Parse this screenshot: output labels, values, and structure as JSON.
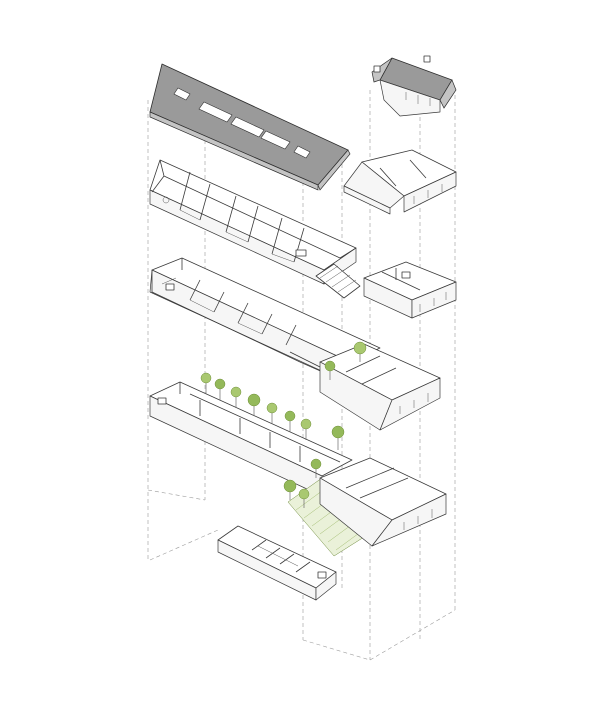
{
  "drawing": {
    "type": "exploded-axonometric",
    "levels": [
      {
        "id": "roof-main"
      },
      {
        "id": "roof-annex"
      },
      {
        "id": "attic-floor"
      },
      {
        "id": "attic-annex"
      },
      {
        "id": "first-floor"
      },
      {
        "id": "first-floor-annex"
      },
      {
        "id": "ground-floor-garden"
      },
      {
        "id": "ground-floor-annex"
      },
      {
        "id": "courtyard"
      },
      {
        "id": "basement"
      }
    ],
    "colors": {
      "line": "#3a3a3a",
      "roof": "#9a9a9a",
      "vegetation": "#7fa840",
      "courtyard_fill": "#eaf1d9",
      "projection_lines": "#9a9a9a"
    }
  }
}
